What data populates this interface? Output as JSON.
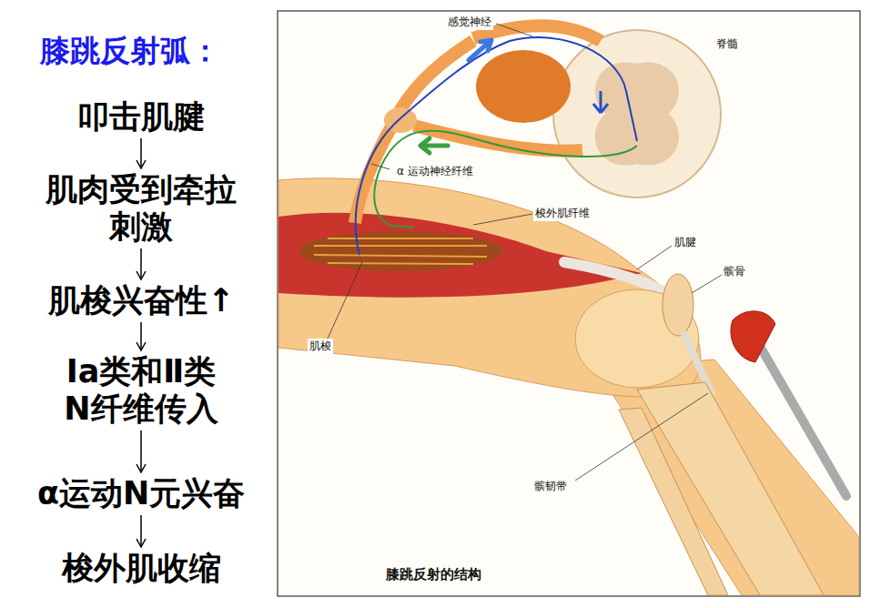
{
  "diagram": {
    "title": "膝跳反射弧：",
    "caption": "膝跳反射的结构",
    "nodes": [
      {
        "text": [
          "叩击肌腱"
        ]
      },
      {
        "text": [
          "肌肉受到牵拉 刺激"
        ]
      },
      {
        "text": [
          "肌梭兴奋性↑"
        ]
      },
      {
        "text": [
          "Ia类和Ⅱ类 N纤维传入"
        ]
      },
      {
        "text": [
          "α运动N元兴奋"
        ]
      },
      {
        "text": [
          "梭外肌收缩"
        ]
      }
    ],
    "edges": [
      {
        "from": 0,
        "to": 1,
        "arrow": "to"
      },
      {
        "from": 1,
        "to": 2,
        "arrow": "to"
      },
      {
        "from": 2,
        "to": 3,
        "arrow": "to"
      },
      {
        "from": 3,
        "to": 4,
        "arrow": "to"
      },
      {
        "from": 4,
        "to": 5,
        "arrow": "to"
      }
    ],
    "labels": [
      "感觉神经",
      "脊髓",
      "α 运动神经纤维",
      "梭外肌纤维",
      "肌腱",
      "髌骨",
      "肌梭",
      "髌韧带"
    ]
  }
}
